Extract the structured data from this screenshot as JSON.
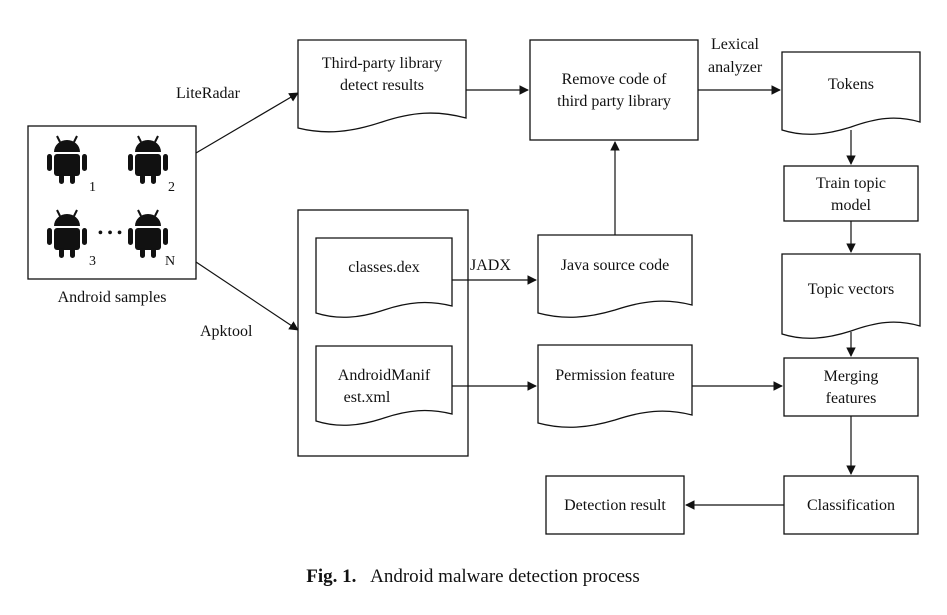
{
  "nodes": {
    "android_samples": "Android samples",
    "third_party_results": [
      "Third-party library",
      "detect results"
    ],
    "remove_code": [
      "Remove code of",
      "third party library"
    ],
    "tokens": "Tokens",
    "train_topic": [
      "Train topic",
      "model"
    ],
    "topic_vectors": "Topic vectors",
    "classes_dex": "classes.dex",
    "manifest": [
      "AndroidManif",
      "est.xml"
    ],
    "java_source": "Java source code",
    "permission": "Permission feature",
    "merging": [
      "Merging",
      "features"
    ],
    "classification": "Classification",
    "detection_result": "Detection result"
  },
  "sample_ids": [
    "1",
    "2",
    "3",
    "N"
  ],
  "sample_ellipsis": "• • •",
  "edge_labels": {
    "literadar": "LiteRadar",
    "apktool": "Apktool",
    "jadx": "JADX",
    "lexical": [
      "Lexical",
      "analyzer"
    ]
  },
  "caption": {
    "bold": "Fig. 1.",
    "text": "Android malware detection process"
  }
}
